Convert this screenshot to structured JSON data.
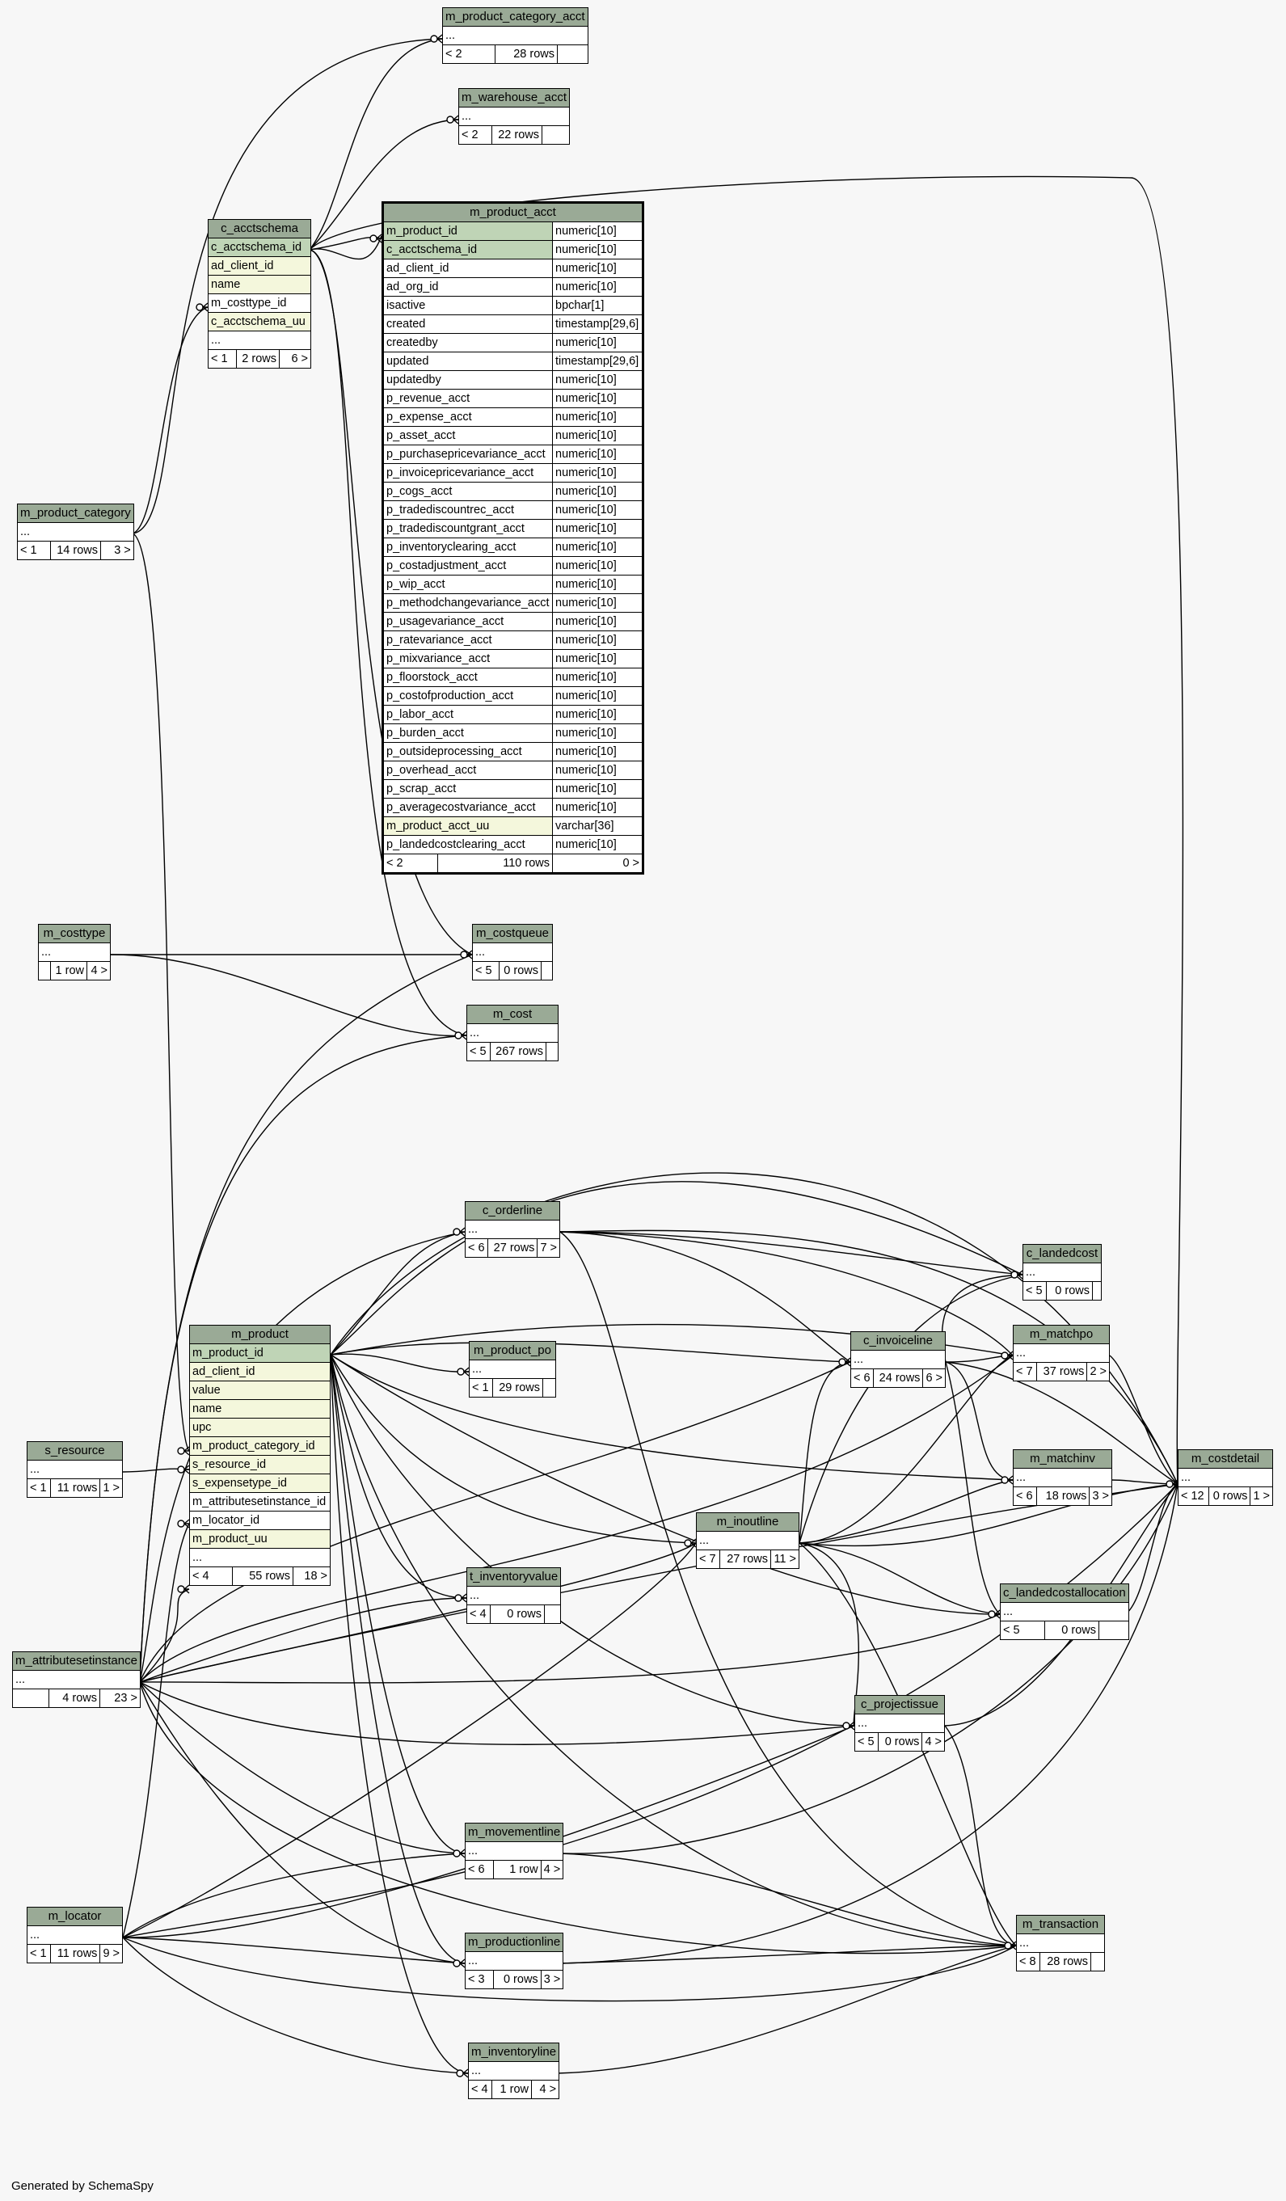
{
  "footer": "Generated by SchemaSpy",
  "colors": {
    "header": "#9aaa96",
    "primary_key": "#bfd4b6",
    "indexed": "#f4f7dc",
    "background": "#f7f7f7"
  },
  "tables": {
    "m_product_category_acct": {
      "name": "m_product_category_acct",
      "ellipsis": "...",
      "parents": "< 2",
      "rows": "28 rows",
      "children": ""
    },
    "m_warehouse_acct": {
      "name": "m_warehouse_acct",
      "ellipsis": "...",
      "parents": "< 2",
      "rows": "22 rows",
      "children": ""
    },
    "c_acctschema": {
      "name": "c_acctschema",
      "columns": [
        "c_acctschema_id",
        "ad_client_id",
        "name",
        "m_costtype_id",
        "c_acctschema_uu"
      ],
      "ellipsis": "...",
      "parents": "< 1",
      "rows": "2 rows",
      "children": "6 >"
    },
    "m_product_category": {
      "name": "m_product_category",
      "ellipsis": "...",
      "parents": "< 1",
      "rows": "14 rows",
      "children": "3 >"
    },
    "m_product_acct": {
      "name": "m_product_acct",
      "columns": [
        {
          "name": "m_product_id",
          "type": "numeric[10]"
        },
        {
          "name": "c_acctschema_id",
          "type": "numeric[10]"
        },
        {
          "name": "ad_client_id",
          "type": "numeric[10]"
        },
        {
          "name": "ad_org_id",
          "type": "numeric[10]"
        },
        {
          "name": "isactive",
          "type": "bpchar[1]"
        },
        {
          "name": "created",
          "type": "timestamp[29,6]"
        },
        {
          "name": "createdby",
          "type": "numeric[10]"
        },
        {
          "name": "updated",
          "type": "timestamp[29,6]"
        },
        {
          "name": "updatedby",
          "type": "numeric[10]"
        },
        {
          "name": "p_revenue_acct",
          "type": "numeric[10]"
        },
        {
          "name": "p_expense_acct",
          "type": "numeric[10]"
        },
        {
          "name": "p_asset_acct",
          "type": "numeric[10]"
        },
        {
          "name": "p_purchasepricevariance_acct",
          "type": "numeric[10]"
        },
        {
          "name": "p_invoicepricevariance_acct",
          "type": "numeric[10]"
        },
        {
          "name": "p_cogs_acct",
          "type": "numeric[10]"
        },
        {
          "name": "p_tradediscountrec_acct",
          "type": "numeric[10]"
        },
        {
          "name": "p_tradediscountgrant_acct",
          "type": "numeric[10]"
        },
        {
          "name": "p_inventoryclearing_acct",
          "type": "numeric[10]"
        },
        {
          "name": "p_costadjustment_acct",
          "type": "numeric[10]"
        },
        {
          "name": "p_wip_acct",
          "type": "numeric[10]"
        },
        {
          "name": "p_methodchangevariance_acct",
          "type": "numeric[10]"
        },
        {
          "name": "p_usagevariance_acct",
          "type": "numeric[10]"
        },
        {
          "name": "p_ratevariance_acct",
          "type": "numeric[10]"
        },
        {
          "name": "p_mixvariance_acct",
          "type": "numeric[10]"
        },
        {
          "name": "p_floorstock_acct",
          "type": "numeric[10]"
        },
        {
          "name": "p_costofproduction_acct",
          "type": "numeric[10]"
        },
        {
          "name": "p_labor_acct",
          "type": "numeric[10]"
        },
        {
          "name": "p_burden_acct",
          "type": "numeric[10]"
        },
        {
          "name": "p_outsideprocessing_acct",
          "type": "numeric[10]"
        },
        {
          "name": "p_overhead_acct",
          "type": "numeric[10]"
        },
        {
          "name": "p_scrap_acct",
          "type": "numeric[10]"
        },
        {
          "name": "p_averagecostvariance_acct",
          "type": "numeric[10]"
        },
        {
          "name": "m_product_acct_uu",
          "type": "varchar[36]"
        },
        {
          "name": "p_landedcostclearing_acct",
          "type": "numeric[10]"
        }
      ],
      "parents": "< 2",
      "rows": "110 rows",
      "children": "0 >"
    },
    "m_costtype": {
      "name": "m_costtype",
      "ellipsis": "...",
      "parents": "",
      "rows": "1 row",
      "children": "4 >"
    },
    "m_costqueue": {
      "name": "m_costqueue",
      "ellipsis": "...",
      "parents": "< 5",
      "rows": "0 rows",
      "children": ""
    },
    "m_cost": {
      "name": "m_cost",
      "ellipsis": "...",
      "parents": "< 5",
      "rows": "267 rows",
      "children": ""
    },
    "c_orderline": {
      "name": "c_orderline",
      "ellipsis": "...",
      "parents": "< 6",
      "rows": "27 rows",
      "children": "7 >"
    },
    "c_landedcost": {
      "name": "c_landedcost",
      "ellipsis": "...",
      "parents": "< 5",
      "rows": "0 rows",
      "children": ""
    },
    "m_product": {
      "name": "m_product",
      "columns": [
        "m_product_id",
        "ad_client_id",
        "value",
        "name",
        "upc",
        "m_product_category_id",
        "s_resource_id",
        "s_expensetype_id",
        "m_attributesetinstance_id",
        "m_locator_id",
        "m_product_uu"
      ],
      "ellipsis": "...",
      "parents": "< 4",
      "rows": "55 rows",
      "children": "18 >"
    },
    "c_invoiceline": {
      "name": "c_invoiceline",
      "ellipsis": "...",
      "parents": "< 6",
      "rows": "24 rows",
      "children": "6 >"
    },
    "m_matchpo": {
      "name": "m_matchpo",
      "ellipsis": "...",
      "parents": "< 7",
      "rows": "37 rows",
      "children": "2 >"
    },
    "m_product_po": {
      "name": "m_product_po",
      "ellipsis": "...",
      "parents": "< 1",
      "rows": "29 rows",
      "children": ""
    },
    "s_resource": {
      "name": "s_resource",
      "ellipsis": "...",
      "parents": "< 1",
      "rows": "11 rows",
      "children": "1 >"
    },
    "m_matchinv": {
      "name": "m_matchinv",
      "ellipsis": "...",
      "parents": "< 6",
      "rows": "18 rows",
      "children": "3 >"
    },
    "m_costdetail": {
      "name": "m_costdetail",
      "ellipsis": "...",
      "parents": "< 12",
      "rows": "0 rows",
      "children": "1 >"
    },
    "m_inoutline": {
      "name": "m_inoutline",
      "ellipsis": "...",
      "parents": "< 7",
      "rows": "27 rows",
      "children": "11 >"
    },
    "t_inventoryvalue": {
      "name": "t_inventoryvalue",
      "ellipsis": "...",
      "parents": "< 4",
      "rows": "0 rows",
      "children": ""
    },
    "c_landedcostallocation": {
      "name": "c_landedcostallocation",
      "ellipsis": "...",
      "parents": "< 5",
      "rows": "0 rows",
      "children": ""
    },
    "m_attributesetinstance": {
      "name": "m_attributesetinstance",
      "ellipsis": "...",
      "parents": "",
      "rows": "4 rows",
      "children": "23 >"
    },
    "c_projectissue": {
      "name": "c_projectissue",
      "ellipsis": "...",
      "parents": "< 5",
      "rows": "0 rows",
      "children": "4 >"
    },
    "m_movementline": {
      "name": "m_movementline",
      "ellipsis": "...",
      "parents": "< 6",
      "rows": "1 row",
      "children": "4 >"
    },
    "m_locator": {
      "name": "m_locator",
      "ellipsis": "...",
      "parents": "< 1",
      "rows": "11 rows",
      "children": "9 >"
    },
    "m_transaction": {
      "name": "m_transaction",
      "ellipsis": "...",
      "parents": "< 8",
      "rows": "28 rows",
      "children": ""
    },
    "m_productionline": {
      "name": "m_productionline",
      "ellipsis": "...",
      "parents": "< 3",
      "rows": "0 rows",
      "children": "3 >"
    },
    "m_inventoryline": {
      "name": "m_inventoryline",
      "ellipsis": "...",
      "parents": "< 4",
      "rows": "1 row",
      "children": "4 >"
    }
  }
}
